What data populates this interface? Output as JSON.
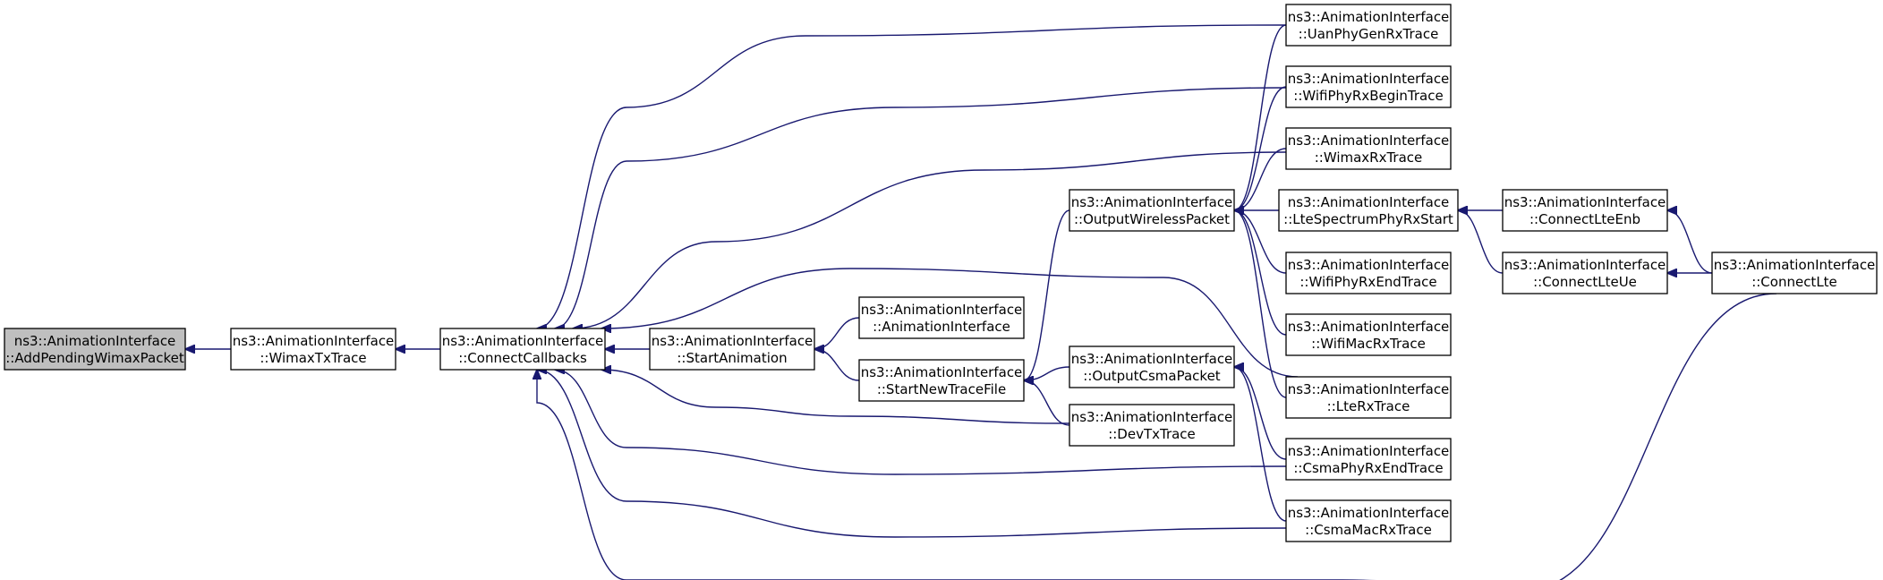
{
  "nodes": [
    {
      "id": "add_pending_wimax",
      "line1": "ns3::AnimationInterface",
      "line2": "::AddPendingWimaxPacket",
      "focus": true
    },
    {
      "id": "wimax_tx_trace",
      "line1": "ns3::AnimationInterface",
      "line2": "::WimaxTxTrace"
    },
    {
      "id": "connect_callbacks",
      "line1": "ns3::AnimationInterface",
      "line2": "::ConnectCallbacks"
    },
    {
      "id": "start_animation",
      "line1": "ns3::AnimationInterface",
      "line2": "::StartAnimation"
    },
    {
      "id": "animation_interface",
      "line1": "ns3::AnimationInterface",
      "line2": "::AnimationInterface"
    },
    {
      "id": "start_new_trace_file",
      "line1": "ns3::AnimationInterface",
      "line2": "::StartNewTraceFile"
    },
    {
      "id": "output_wireless_packet",
      "line1": "ns3::AnimationInterface",
      "line2": "::OutputWirelessPacket"
    },
    {
      "id": "output_csma_packet",
      "line1": "ns3::AnimationInterface",
      "line2": "::OutputCsmaPacket"
    },
    {
      "id": "dev_tx_trace",
      "line1": "ns3::AnimationInterface",
      "line2": "::DevTxTrace"
    },
    {
      "id": "uan_phy_gen_rx_trace",
      "line1": "ns3::AnimationInterface",
      "line2": "::UanPhyGenRxTrace"
    },
    {
      "id": "wifi_phy_rx_begin_trace",
      "line1": "ns3::AnimationInterface",
      "line2": "::WifiPhyRxBeginTrace"
    },
    {
      "id": "wimax_rx_trace",
      "line1": "ns3::AnimationInterface",
      "line2": "::WimaxRxTrace"
    },
    {
      "id": "lte_spectrum_phy_rx_start",
      "line1": "ns3::AnimationInterface",
      "line2": "::LteSpectrumPhyRxStart"
    },
    {
      "id": "wifi_phy_rx_end_trace",
      "line1": "ns3::AnimationInterface",
      "line2": "::WifiPhyRxEndTrace"
    },
    {
      "id": "wifi_mac_rx_trace",
      "line1": "ns3::AnimationInterface",
      "line2": "::WifiMacRxTrace"
    },
    {
      "id": "lte_rx_trace",
      "line1": "ns3::AnimationInterface",
      "line2": "::LteRxTrace"
    },
    {
      "id": "csma_phy_rx_end_trace",
      "line1": "ns3::AnimationInterface",
      "line2": "::CsmaPhyRxEndTrace"
    },
    {
      "id": "csma_mac_rx_trace",
      "line1": "ns3::AnimationInterface",
      "line2": "::CsmaMacRxTrace"
    },
    {
      "id": "connect_lte_enb",
      "line1": "ns3::AnimationInterface",
      "line2": "::ConnectLteEnb"
    },
    {
      "id": "connect_lte_ue",
      "line1": "ns3::AnimationInterface",
      "line2": "::ConnectLteUe"
    },
    {
      "id": "connect_lte",
      "line1": "ns3::AnimationInterface",
      "line2": "::ConnectLte"
    }
  ],
  "edges": [
    {
      "from": "wimax_tx_trace",
      "to": "add_pending_wimax"
    },
    {
      "from": "connect_callbacks",
      "to": "wimax_tx_trace"
    },
    {
      "from": "start_animation",
      "to": "connect_callbacks"
    },
    {
      "from": "animation_interface",
      "to": "start_animation"
    },
    {
      "from": "start_new_trace_file",
      "to": "start_animation"
    },
    {
      "from": "output_wireless_packet",
      "to": "start_new_trace_file"
    },
    {
      "from": "output_csma_packet",
      "to": "start_new_trace_file"
    },
    {
      "from": "dev_tx_trace",
      "to": "start_new_trace_file"
    },
    {
      "from": "uan_phy_gen_rx_trace",
      "to": "connect_callbacks"
    },
    {
      "from": "wifi_phy_rx_begin_trace",
      "to": "connect_callbacks"
    },
    {
      "from": "wimax_rx_trace",
      "to": "connect_callbacks"
    },
    {
      "from": "lte_rx_trace",
      "to": "connect_callbacks"
    },
    {
      "from": "dev_tx_trace",
      "to": "connect_callbacks"
    },
    {
      "from": "csma_phy_rx_end_trace",
      "to": "connect_callbacks"
    },
    {
      "from": "csma_mac_rx_trace",
      "to": "connect_callbacks"
    },
    {
      "from": "connect_lte",
      "to": "connect_callbacks"
    },
    {
      "from": "uan_phy_gen_rx_trace",
      "to": "output_wireless_packet"
    },
    {
      "from": "wifi_phy_rx_begin_trace",
      "to": "output_wireless_packet"
    },
    {
      "from": "wimax_rx_trace",
      "to": "output_wireless_packet"
    },
    {
      "from": "lte_spectrum_phy_rx_start",
      "to": "output_wireless_packet"
    },
    {
      "from": "wifi_phy_rx_end_trace",
      "to": "output_wireless_packet"
    },
    {
      "from": "wifi_mac_rx_trace",
      "to": "output_wireless_packet"
    },
    {
      "from": "lte_rx_trace",
      "to": "output_wireless_packet"
    },
    {
      "from": "csma_phy_rx_end_trace",
      "to": "output_csma_packet"
    },
    {
      "from": "csma_mac_rx_trace",
      "to": "output_csma_packet"
    },
    {
      "from": "connect_lte_enb",
      "to": "lte_spectrum_phy_rx_start"
    },
    {
      "from": "connect_lte_ue",
      "to": "lte_spectrum_phy_rx_start"
    },
    {
      "from": "connect_lte",
      "to": "connect_lte_enb"
    },
    {
      "from": "connect_lte",
      "to": "connect_lte_ue"
    }
  ]
}
